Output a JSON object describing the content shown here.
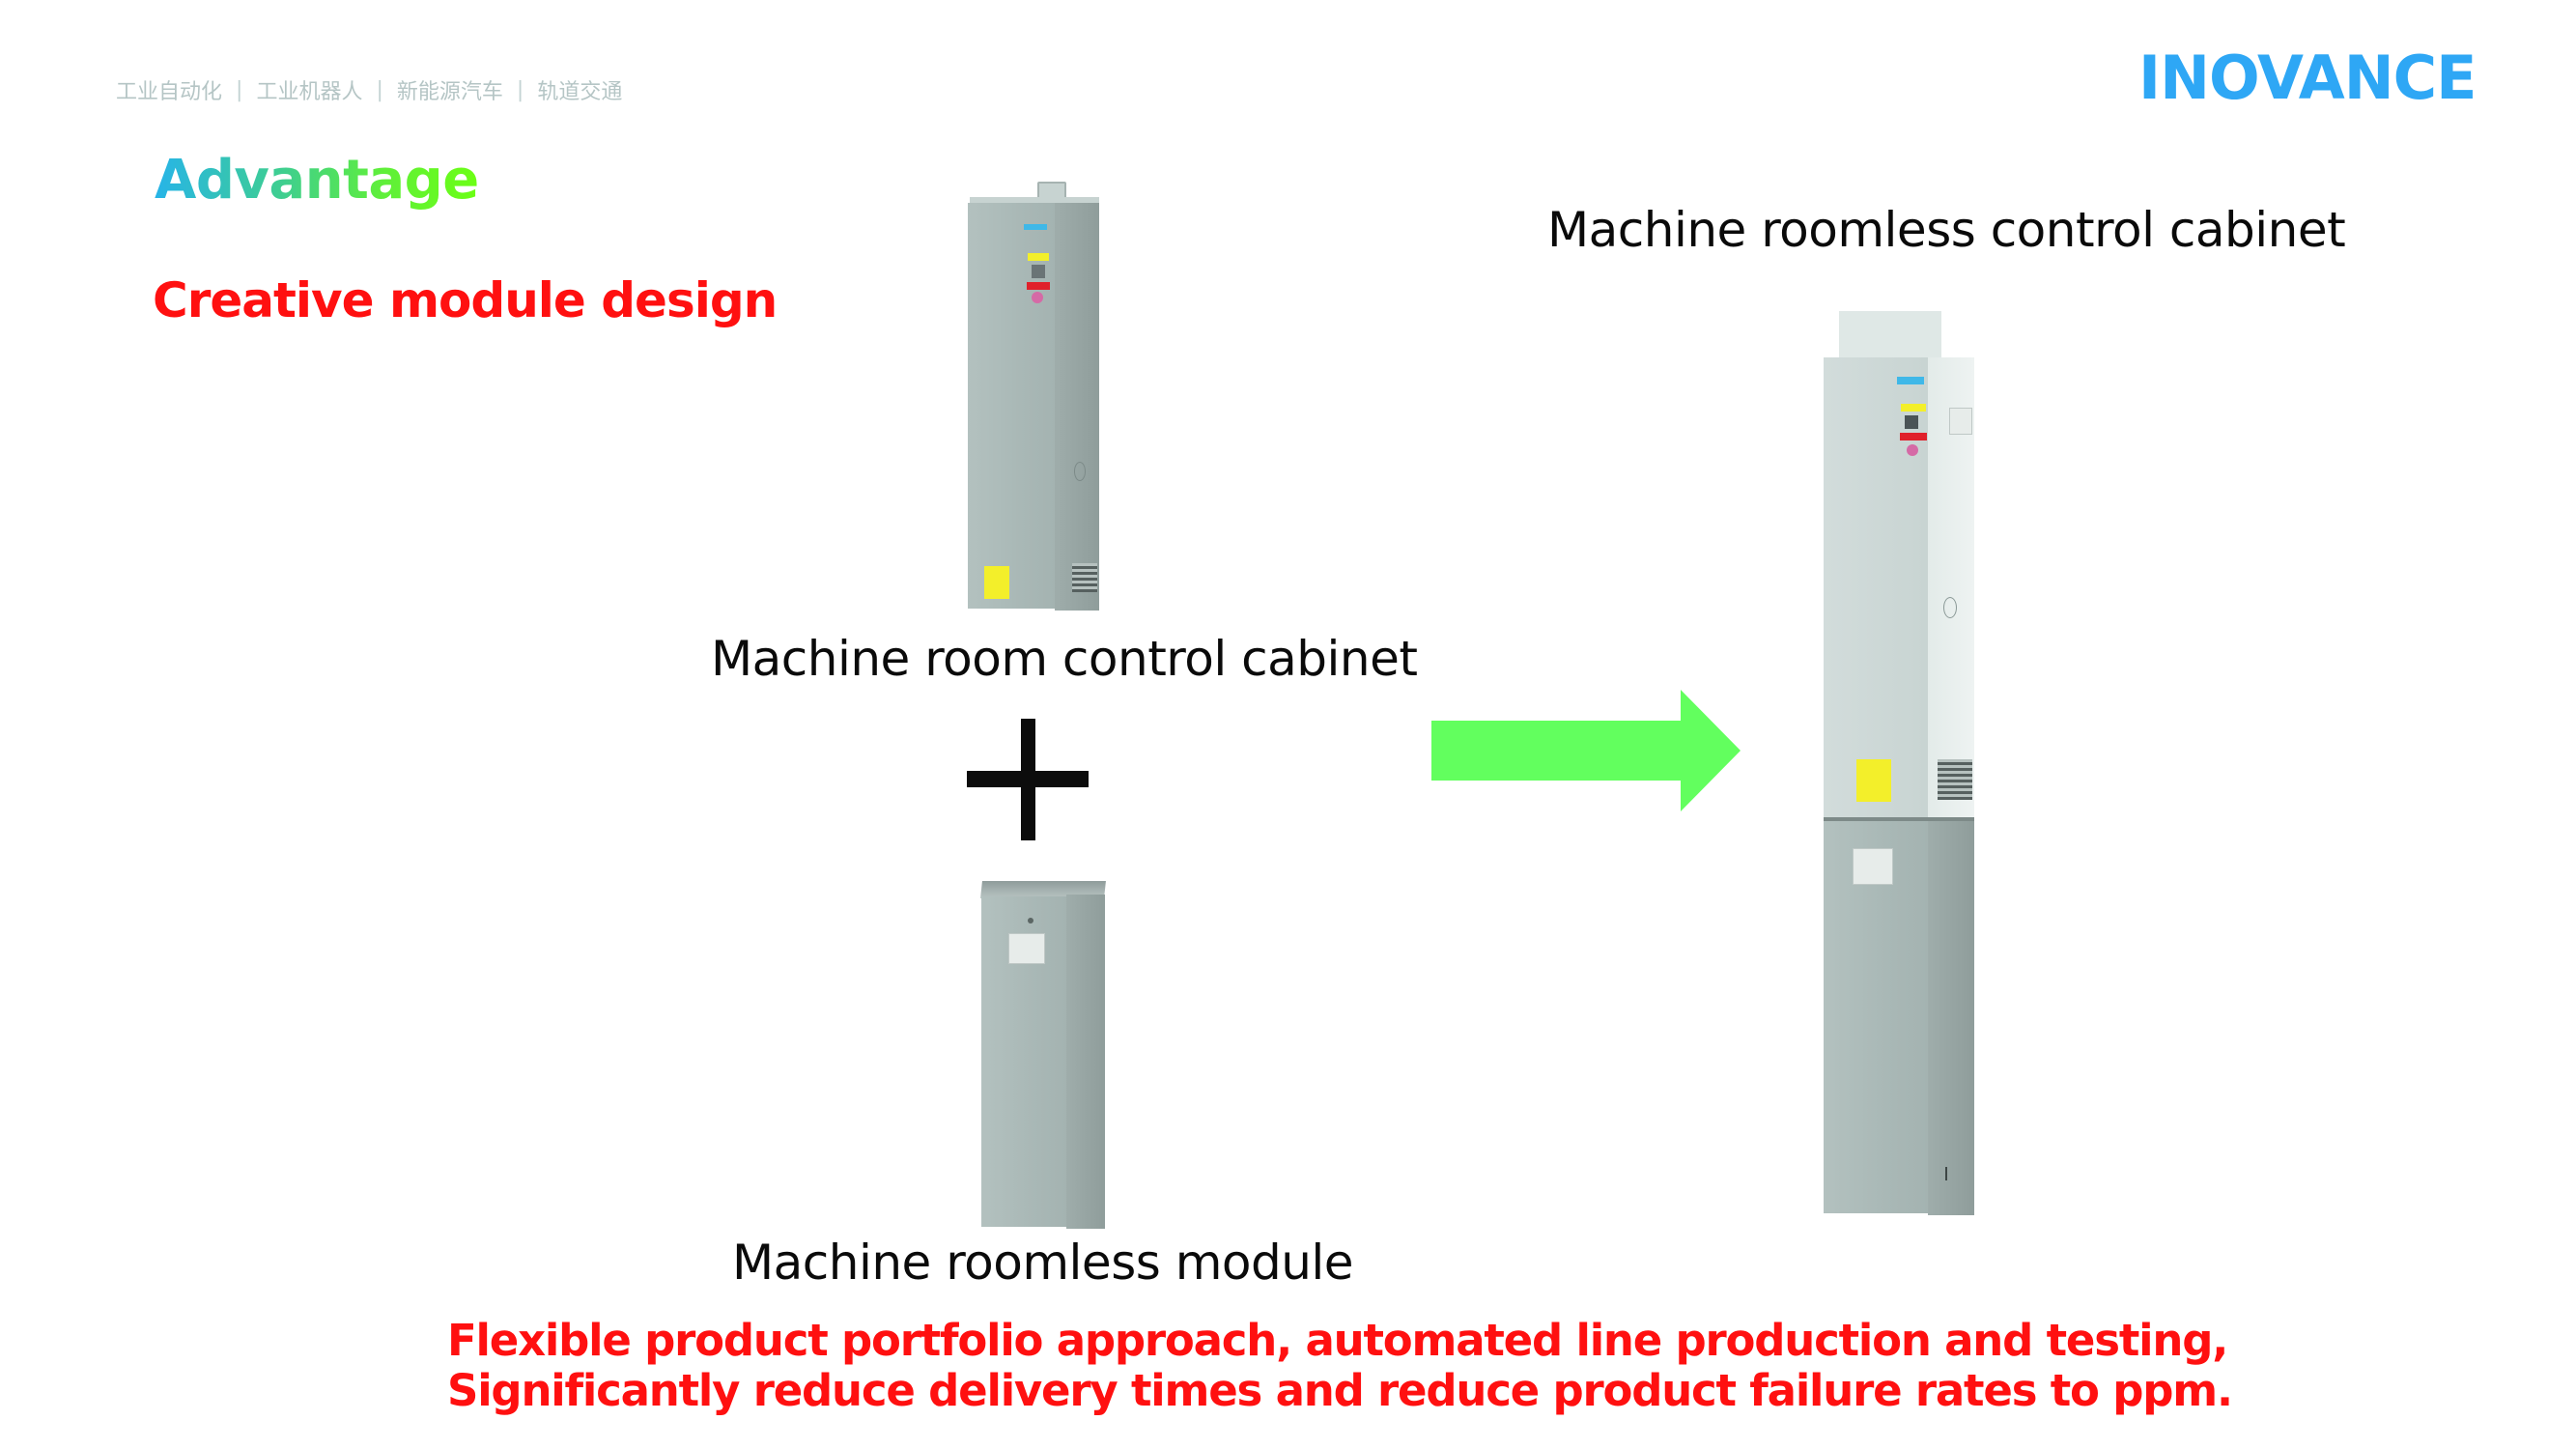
{
  "header": {
    "nav_items": [
      "工业自动化",
      "工业机器人",
      "新能源汽车",
      "轨道交通"
    ],
    "separator": "|",
    "logo_text": "INOVANCE"
  },
  "colors": {
    "brand_blue": "#2ea7f5",
    "headline_red": "#ff1010",
    "arrow_green": "#62ff5e",
    "advantage_gradient_start": "#27b4e8",
    "advantage_gradient_end": "#6cff14"
  },
  "slide": {
    "title": "Advantage",
    "subtitle": "Creative module design",
    "products": {
      "machine_room_cabinet": {
        "label": "Machine room control cabinet",
        "image": "machine-room-control-cabinet-photo"
      },
      "machine_roomless_module": {
        "label": "Machine roomless module",
        "image": "machine-roomless-module-photo"
      },
      "machine_roomless_cabinet": {
        "label": "Machine roomless control cabinet",
        "image": "machine-roomless-control-cabinet-photo"
      }
    },
    "operator_plus": "plus-icon",
    "operator_arrow": "arrow-right-icon",
    "summary_lines": [
      "Flexible product portfolio approach, automated line production and testing,",
      "Significantly reduce delivery times and reduce product failure rates to ppm."
    ]
  }
}
